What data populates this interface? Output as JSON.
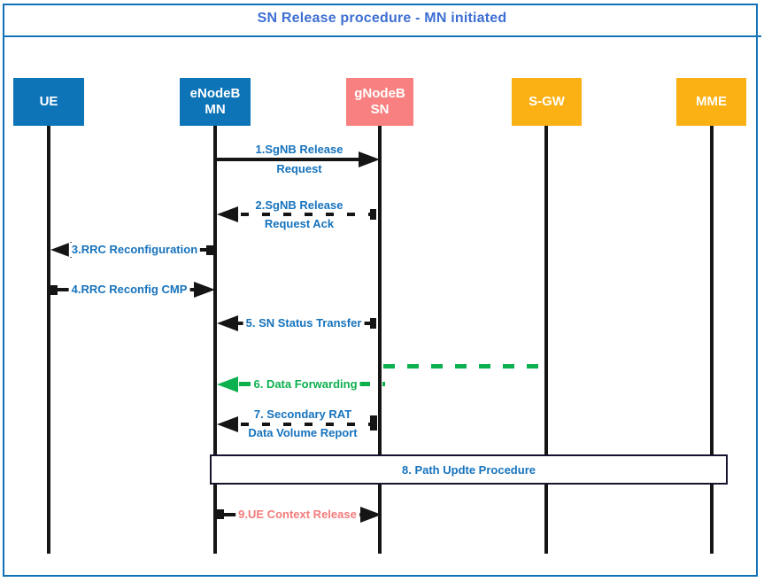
{
  "title": "SN Release procedure - MN initiated",
  "actors": [
    {
      "label": "UE",
      "sublabel": "",
      "color": "#0d74b8"
    },
    {
      "label": "eNodeB",
      "sublabel": "MN",
      "color": "#0d74b8"
    },
    {
      "label": "gNodeB",
      "sublabel": "SN",
      "color": "#f98080"
    },
    {
      "label": "S-GW",
      "sublabel": "",
      "color": "#fbb013"
    },
    {
      "label": "MME",
      "sublabel": "",
      "color": "#fbb013"
    }
  ],
  "messages": [
    {
      "id": "1",
      "label": "1.SgNB Release",
      "label2": "Request",
      "from": "eNodeB MN",
      "to": "gNodeB SN",
      "style": "solid",
      "line_color": "#151515",
      "text_color": "#1673bd"
    },
    {
      "id": "2",
      "label": "2.SgNB Release",
      "label2": "Request Ack",
      "from": "gNodeB SN",
      "to": "eNodeB MN",
      "style": "dashed",
      "line_color": "#151515",
      "text_color": "#1673bd"
    },
    {
      "id": "3",
      "label": "3.RRC Reconfiguration",
      "label2": "",
      "from": "eNodeB MN",
      "to": "UE",
      "style": "solid",
      "line_color": "#151515",
      "text_color": "#1673bd"
    },
    {
      "id": "4",
      "label": "4.RRC Reconfig CMP",
      "label2": "",
      "from": "UE",
      "to": "eNodeB MN",
      "style": "solid",
      "line_color": "#151515",
      "text_color": "#1673bd"
    },
    {
      "id": "5",
      "label": "5. SN Status Transfer",
      "label2": "",
      "from": "gNodeB SN",
      "to": "eNodeB MN",
      "style": "solid",
      "line_color": "#151515",
      "text_color": "#1673bd"
    },
    {
      "id": "6",
      "label": "6. Data Forwarding",
      "label2": "",
      "from": "S-GW",
      "to": "eNodeB MN",
      "style": "dashed",
      "line_color": "#0cb04f",
      "text_color": "#0cb04f"
    },
    {
      "id": "7",
      "label": "7. Secondary RAT",
      "label2": "Data Volume Report",
      "from": "gNodeB SN",
      "to": "eNodeB MN",
      "style": "dashed",
      "line_color": "#151515",
      "text_color": "#1673bd"
    },
    {
      "id": "8",
      "label": "8. Path Updte Procedure",
      "label2": "",
      "from": "eNodeB MN",
      "to": "MME",
      "style": "procedure-box",
      "line_color": "#14142e",
      "text_color": "#1673bd"
    },
    {
      "id": "9",
      "label": "9.UE Context Release",
      "label2": "",
      "from": "eNodeB MN",
      "to": "gNodeB SN",
      "style": "solid",
      "line_color": "#151515",
      "text_color": "#f47b7b"
    }
  ],
  "colors": {
    "border_blue": "#1272b8",
    "title_text": "#3e6fd3",
    "actor_blue": "#0d74b8",
    "actor_salmon": "#f98080",
    "actor_orange": "#fbb013",
    "message_text_blue": "#1673bd",
    "forwarding_green": "#0cb04f",
    "release_red": "#f47b7b",
    "line_black": "#151515"
  }
}
